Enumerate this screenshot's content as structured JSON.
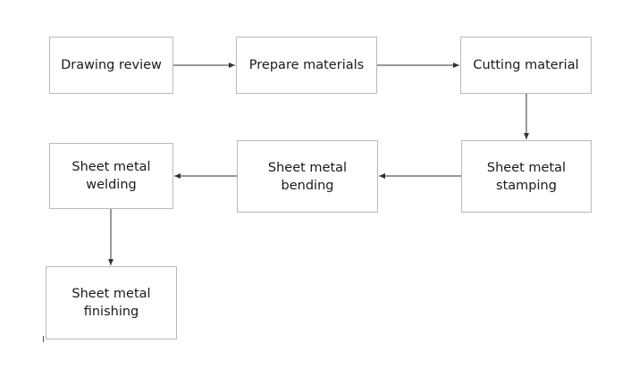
{
  "diagram": {
    "nodes": [
      {
        "id": "drawing-review",
        "label": "Drawing review"
      },
      {
        "id": "prepare-materials",
        "label": "Prepare materials"
      },
      {
        "id": "cutting-material",
        "label": "Cutting material"
      },
      {
        "id": "sheet-metal-stamping",
        "label": "Sheet metal\nstamping"
      },
      {
        "id": "sheet-metal-bending",
        "label": "Sheet metal\nbending"
      },
      {
        "id": "sheet-metal-welding",
        "label": "Sheet metal\nwelding"
      },
      {
        "id": "sheet-metal-finishing",
        "label": "Sheet metal\nfinishing"
      }
    ],
    "edges": [
      {
        "from": "drawing-review",
        "to": "prepare-materials"
      },
      {
        "from": "prepare-materials",
        "to": "cutting-material"
      },
      {
        "from": "cutting-material",
        "to": "sheet-metal-stamping"
      },
      {
        "from": "sheet-metal-stamping",
        "to": "sheet-metal-bending"
      },
      {
        "from": "sheet-metal-bending",
        "to": "sheet-metal-welding"
      },
      {
        "from": "sheet-metal-welding",
        "to": "sheet-metal-finishing"
      }
    ],
    "colors": {
      "border": "#b9b9b9",
      "arrow": "#333333",
      "text": "#1a1a1a"
    }
  }
}
